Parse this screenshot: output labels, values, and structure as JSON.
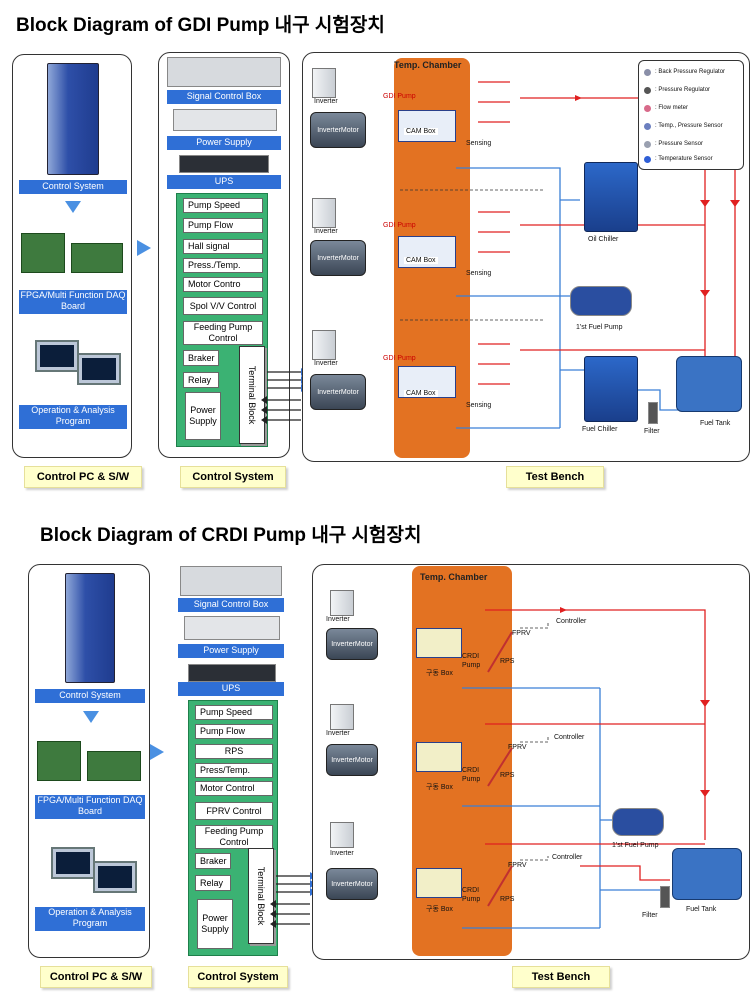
{
  "diagrams": [
    {
      "title": "Block Diagram of GDI Pump 내구 시험장치",
      "captions": {
        "pc": "Control PC & S/W",
        "control": "Control System",
        "bench": "Test  Bench"
      },
      "pc_labels": {
        "control_system": "Control System",
        "daq": "FPGA/Multi Function DAQ Board",
        "program": "Operation  & Analysis Program"
      },
      "devices": {
        "signal": "Signal Control Box",
        "power": "Power Supply",
        "ups": "UPS"
      },
      "signals": [
        "Pump Speed",
        "Pump Flow",
        "Hall signal",
        "Press./Temp.",
        "Motor Contro",
        "Spol V/V Control",
        "Feeding Pump Control"
      ],
      "lower": {
        "braker": "Braker",
        "relay": "Relay",
        "power_supply": "Power Supply",
        "terminal": "Terminal Block"
      },
      "bench": {
        "chamber": "Temp. Chamber",
        "inverter": "Inverter",
        "motor": "InverterMotor",
        "pump": "GDI Pump",
        "cam": "CAM Box",
        "sensing": "Sensing",
        "oil_chiller": "Oil Chiller",
        "first_pump": "1'st Fuel Pump",
        "fuel_chiller": "Fuel Chiller",
        "filter": "Filter",
        "tank": "Fuel Tank"
      },
      "legend": [
        {
          "label": ": Back Pressure Regulator",
          "color": "#8a8fa8"
        },
        {
          "label": ": Pressure Regulator",
          "color": "#555555"
        },
        {
          "label": ": Flow meter",
          "color": "#d86a8a"
        },
        {
          "label": ": Temp., Pressure Sensor",
          "color": "#6b7fbf"
        },
        {
          "label": ": Pressure Sensor",
          "color": "#9aa0b0"
        },
        {
          "label": ": Temperature Sensor",
          "color": "#2f5fd6"
        }
      ]
    },
    {
      "title": "Block Diagram of CRDI Pump 내구 시험장치",
      "captions": {
        "pc": "Control PC & S/W",
        "control": "Control System",
        "bench": "Test  Bench"
      },
      "pc_labels": {
        "control_system": "Control System",
        "daq": "FPGA/Multi Function DAQ Board",
        "program": "Operation  & Analysis Program"
      },
      "devices": {
        "signal": "Signal Control Box",
        "power": "Power Supply",
        "ups": "UPS"
      },
      "signals": [
        "Pump Speed",
        "Pump Flow",
        "RPS",
        "Press/Temp.",
        "Motor Control",
        "FPRV Control",
        "Feeding Pump Control"
      ],
      "lower": {
        "braker": "Braker",
        "relay": "Relay",
        "power_supply": "Power Supply",
        "terminal": "Terminal Block"
      },
      "bench": {
        "chamber": "Temp. Chamber",
        "inverter": "Inverter",
        "motor": "InverterMotor",
        "pump": "CRDI Pump",
        "box": "구동 Box",
        "fprv": "FPRV",
        "rps": "RPS",
        "controller": "Controller",
        "first_pump": "1'st Fuel Pump",
        "filter": "Filter",
        "tank": "Fuel Tank"
      }
    }
  ],
  "colors": {
    "blue_label": "#2f6fd6",
    "green_panel": "#3bb273",
    "chamber": "#e37222",
    "caption": "#ffffcc",
    "red_line": "#e02020",
    "blue_line": "#3a7fd6"
  }
}
